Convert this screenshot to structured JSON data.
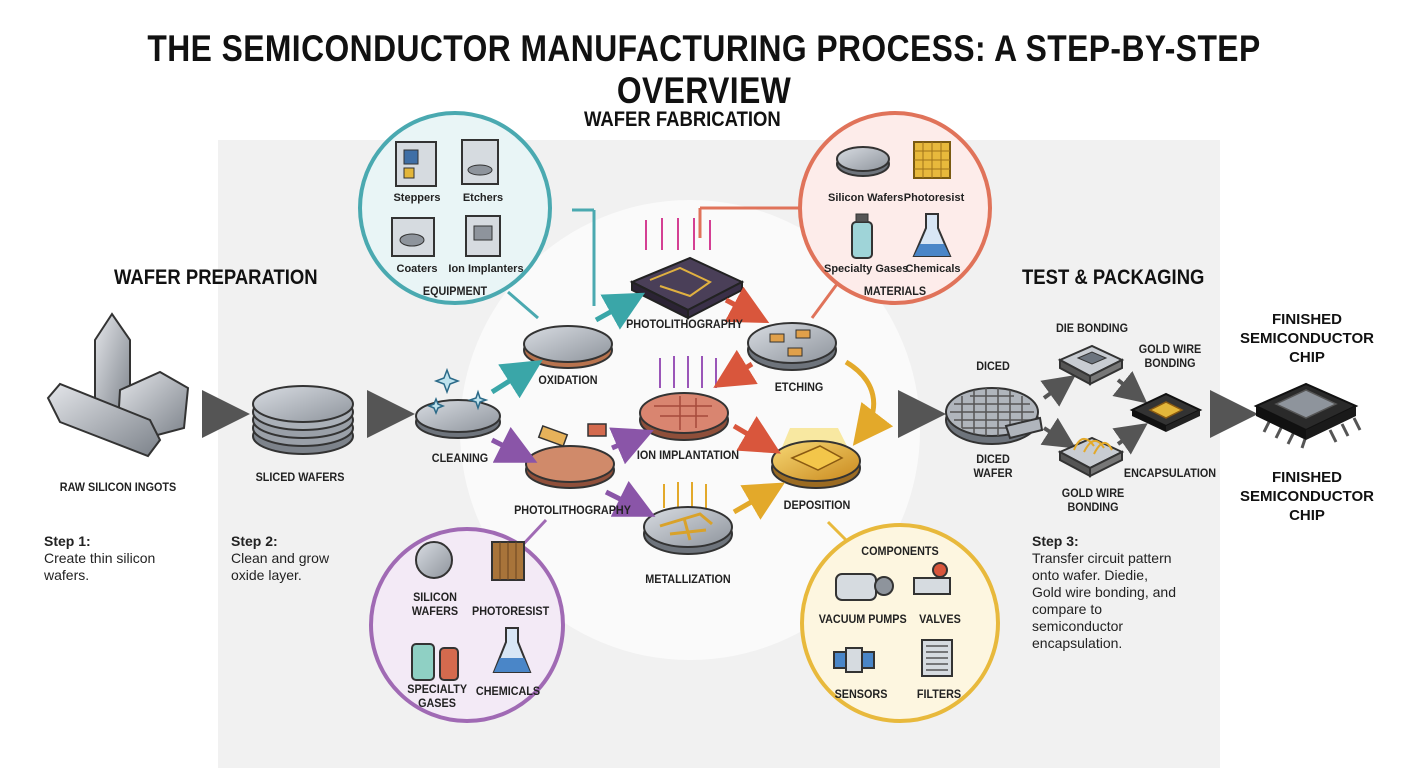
{
  "title": "THE SEMICONDUCTOR MANUFACTURING PROCESS: A STEP-BY-STEP OVERVIEW",
  "sections": {
    "wafer_preparation": "WAFER PREPARATION",
    "wafer_fabrication": "WAFER FABRICATION",
    "test_packaging": "TEST & PACKAGING"
  },
  "preparation": {
    "ingots": "RAW SILICON INGOTS",
    "sliced": "SLICED WAFERS"
  },
  "fabrication": {
    "cleaning": "CLEANING",
    "oxidation": "OXIDATION",
    "photolithography_top": "PHOTOLITHOGRAPHY",
    "photolithography_bottom": "PHOTOLITHOGRAPHY",
    "etching": "ETCHING",
    "ion_implantation": "ION IMPLANTATION",
    "metallization": "METALLIZATION",
    "deposition": "DEPOSITION"
  },
  "equipment": {
    "title": "EQUIPMENT",
    "items": [
      "Steppers",
      "Etchers",
      "Coaters",
      "Ion Implanters"
    ]
  },
  "materials_top": {
    "title": "MATERIALS",
    "items": [
      "Silicon Wafers",
      "Photoresist",
      "Specialty Gases",
      "Chemicals"
    ]
  },
  "materials_bottom": {
    "items": [
      "SILICON\nWAFERS",
      "PHOTORESIST",
      "SPECIALTY\nGASES",
      "CHEMICALS"
    ]
  },
  "components": {
    "title": "COMPONENTS",
    "items": [
      "VACUUM PUMPS",
      "VALVES",
      "SENSORS",
      "FILTERS"
    ]
  },
  "packaging": {
    "diced": "DICED",
    "diced_wafer": "DICED\nWAFER",
    "die_bonding": "DIE BONDING",
    "gold_wire_top": "GOLD WIRE\nBONDING",
    "gold_wire_bottom": "GOLD WIRE\nBONDING",
    "encapsulation": "ENCAPSULATION",
    "finished_top": "FINISHED\nSEMICONDUCTOR\nCHIP",
    "finished_bottom": "FINISHED\nSEMICONDUCTOR\nCHIP"
  },
  "steps": [
    {
      "label": "Step 1:",
      "text": "Create thin silicon\nwafers."
    },
    {
      "label": "Step 2:",
      "text": "Clean and grow\noxide layer."
    },
    {
      "label": "Step 3:",
      "text": "Transfer circuit pattern\nonto wafer. Diedie,\nGold wire bonding, and\ncompare to\nsemiconductor\nencapsulation."
    }
  ],
  "colors": {
    "equipment": "#4aa9b0",
    "materials_top": "#e0735a",
    "materials_bottom": "#a06ab4",
    "components": "#e8b93c",
    "arrow_gray": "#555555",
    "arrow_teal": "#3aa6a8",
    "arrow_red": "#d9563c",
    "arrow_purple": "#8a55a8",
    "arrow_gold": "#e3a92a"
  }
}
